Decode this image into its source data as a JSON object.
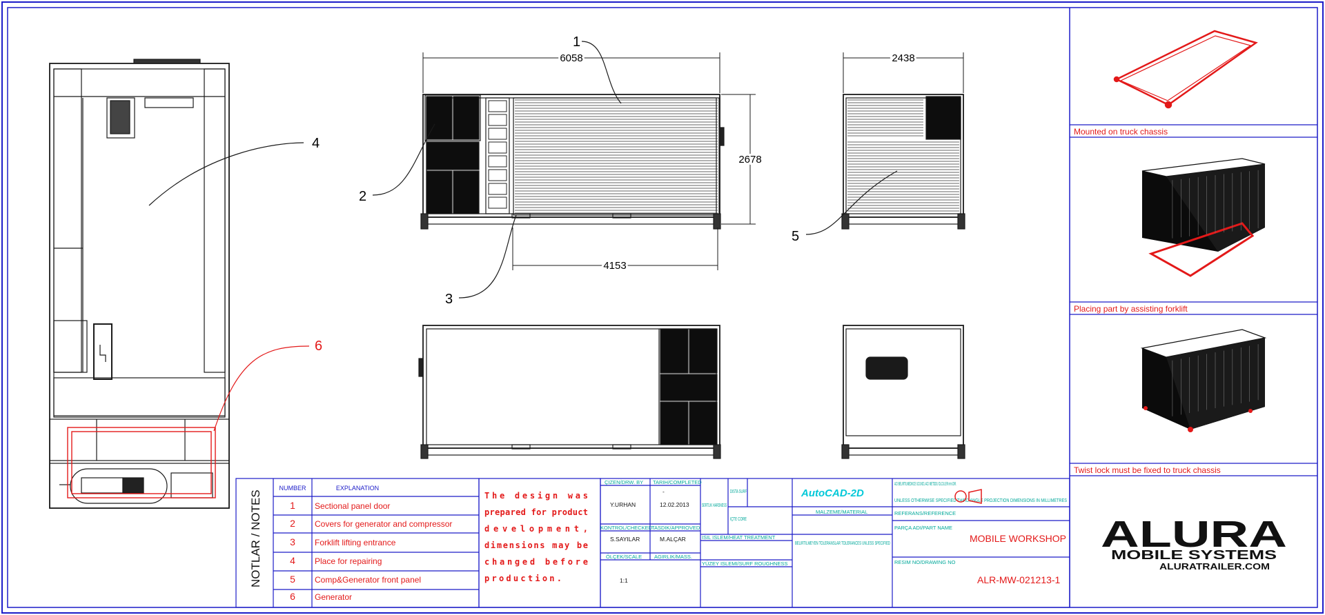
{
  "callouts": [
    "1",
    "2",
    "3",
    "4",
    "5",
    "6"
  ],
  "dimensions": {
    "length": "6058",
    "width": "2438",
    "height": "2678",
    "door": "4153"
  },
  "side_panels": [
    {
      "caption": "Mounted on truck chassis"
    },
    {
      "caption": "Placing part by assisting forklift"
    },
    {
      "caption": "Twist lock must be fixed to truck chassis"
    }
  ],
  "notes": {
    "vertical_title": "NOTLAR / NOTES",
    "col_number": "NUMBER",
    "col_explanation": "EXPLANATION",
    "rows": [
      {
        "num": "1",
        "text": "Sectional panel door"
      },
      {
        "num": "2",
        "text": "Covers for generator and compressor"
      },
      {
        "num": "3",
        "text": "Forklift lifting entrance"
      },
      {
        "num": "4",
        "text": "Place for repairing"
      },
      {
        "num": "5",
        "text": "Comp&Generator front panel"
      },
      {
        "num": "6",
        "text": "Generator"
      }
    ]
  },
  "design_note": [
    "The design was",
    "prepared for product",
    "development,",
    "dimensions may be",
    "changed before",
    "production."
  ],
  "titleblock": {
    "drawn_label": "ÇIZEN/DRW. BY",
    "drawn": "Y.URHAN",
    "date_label": "TARIH/COMPLETED",
    "date_top": "-",
    "date": "12.02.2013",
    "checked_label": "KONTROL/CHECKED",
    "checked": "S.SAYILAR",
    "approved_label": "TASDIK/APPROVED",
    "approved": "M.ALÇAR",
    "scale_label": "ÖLÇEK/SCALE",
    "scale": "1:1",
    "weight_label": "AGIRLIK/MASS.",
    "hardness_label": "SERTLIK HARDNESS",
    "outer_label": "DISTA SURF",
    "inner_label": "IÇTE CORE",
    "heat_label": "ISIL ISLEM/HEAT TREATMENT",
    "surface_label": "YÜZEY ISLEMI/SURF ROUGHNESS",
    "software": "AutoCAD-2D",
    "material_label": "MALZEME/MATERIAL",
    "tolerance_label": "BELIRTILMEYEN TOLERANSLAR TOLERANCES UNLESS SPECIFIED",
    "angle_tr": "ACI BELIRTILMEDIKCE UCUNCU ACI METODU OLCULER mm DIR.",
    "angle_en": "UNLESS OTHERWISE SPECIFIED THIRD ANGLE PROJECTION DIMENSIONS IN MILLIMETRES",
    "reference_label": "REFERANS/REFERENCE",
    "part_label": "PARÇA ADI/PART NAME",
    "part_name": "MOBILE WORKSHOP",
    "drawing_label": "RESIM NO/DRAWING NO",
    "drawing_no": "ALR-MW-021213-1"
  },
  "logo": {
    "brand": "ALURA",
    "sub": "MOBILE SYSTEMS",
    "url": "ALURATRAILER.COM"
  },
  "colors": {
    "frame": "#1b1bc8",
    "annot": "#e31919",
    "teal": "#00a89a",
    "line": "#1a1a1a"
  }
}
